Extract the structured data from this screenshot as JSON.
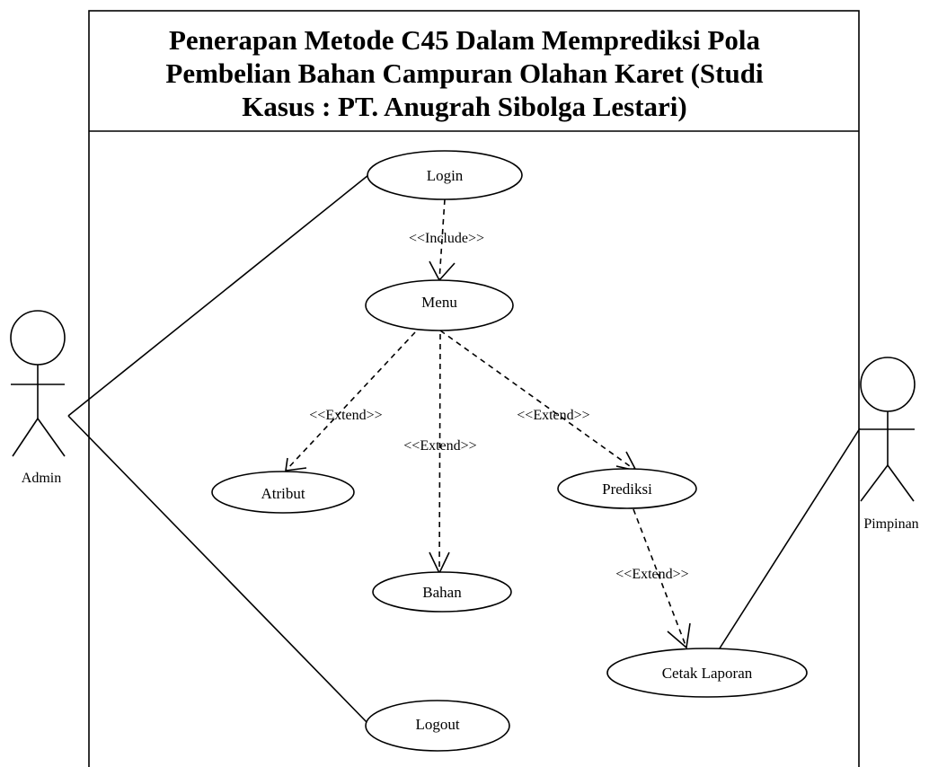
{
  "system": {
    "title_lines": [
      "Penerapan Metode C45 Dalam Memprediksi Pola",
      "Pembelian Bahan Campuran Olahan Karet (Studi",
      "Kasus : PT. Anugrah Sibolga Lestari)"
    ]
  },
  "actors": {
    "admin": "Admin",
    "pimpinan": "Pimpinan"
  },
  "use_cases": {
    "login": "Login",
    "menu": "Menu",
    "atribut": "Atribut",
    "bahan": "Bahan",
    "prediksi": "Prediksi",
    "cetak_laporan": "Cetak Laporan",
    "logout": "Logout"
  },
  "relations": {
    "include_login_menu": "<<Include>>",
    "extend_menu_atribut": "<<Extend>>",
    "extend_menu_bahan": "<<Extend>>",
    "extend_menu_prediksi": "<<Extend>>",
    "extend_prediksi_cetak": "<<Extend>>"
  }
}
